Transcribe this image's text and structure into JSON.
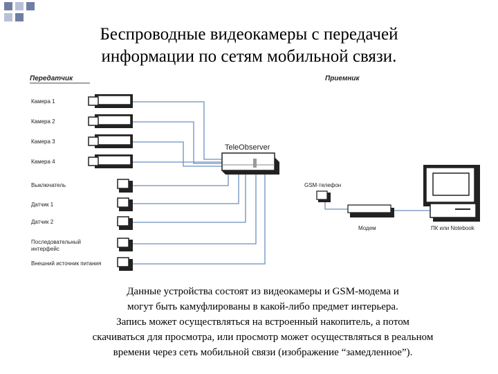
{
  "slide": {
    "title_line1": "Беспроводные видеокамеры с передачей",
    "title_line2": "информации по сетям мобильной связи."
  },
  "diagram": {
    "transmitter_header": "Передатчик",
    "receiver_header": "Приемник",
    "left_labels": [
      "Камера 1",
      "Камера 2",
      "Камера 3",
      "Камера 4",
      "Выключатель",
      "Датчик 1",
      "Датчик 2",
      "Последовательный",
      "интерфейс",
      "Внешний источник питания"
    ],
    "teleobserver_label": "TeleObserver",
    "gsm_phone_label": "GSM-телефон",
    "modem_label": "Модем",
    "pc_label": "ПК или Notebook"
  },
  "caption": {
    "line1": "Данные устройства состоят из видеокамеры и GSM-модема и",
    "line2": "могут быть камуфлированы в какой-либо предмет интерьера.",
    "line3": "Запись может осуществляться на встроенный накопитель, а потом",
    "line4": "скачиваться для просмотра, или просмотр может осуществляться в реальном",
    "line5": "времени через  сеть мобильной связи (изображение “замедленное”)."
  }
}
